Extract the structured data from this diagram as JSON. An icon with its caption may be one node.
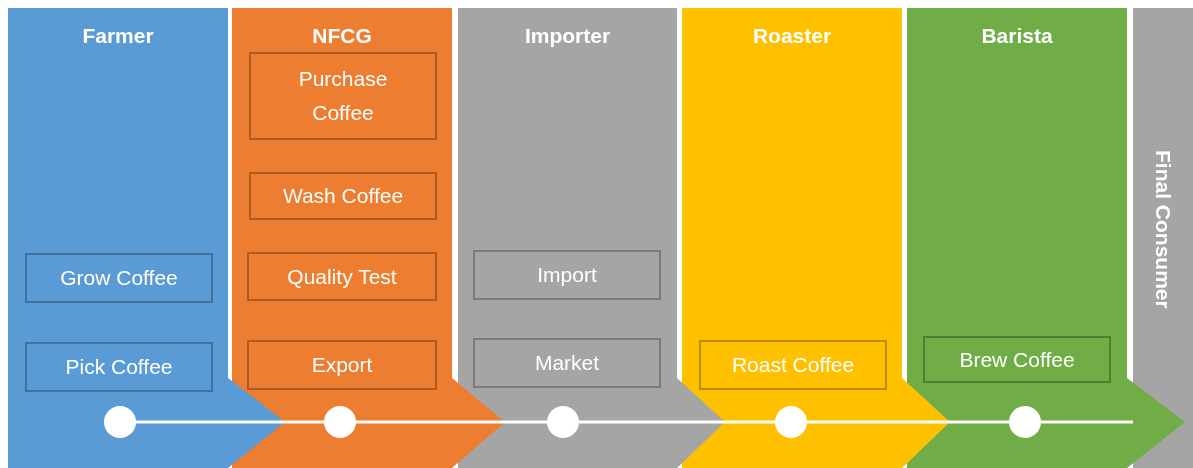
{
  "diagram": {
    "nodes": [
      {
        "text": [
          "Farmer"
        ]
      },
      {
        "text": [
          "Grow Coffee"
        ],
        "in": 0
      },
      {
        "text": [
          "Pick Coffee"
        ],
        "in": 0
      },
      {
        "text": [],
        "shape": "circle",
        "in": 0
      },
      {
        "text": [
          "NFCG"
        ]
      },
      {
        "text": [
          "Purchase Coffee"
        ],
        "in": 4
      },
      {
        "text": [
          "Wash Coffee"
        ],
        "in": 4
      },
      {
        "text": [
          "Quality Test"
        ],
        "in": 4
      },
      {
        "text": [
          "Export"
        ],
        "in": 4
      },
      {
        "text": [],
        "shape": "circle",
        "in": 4
      },
      {
        "text": [
          "Importer"
        ]
      },
      {
        "text": [
          "Import"
        ],
        "in": 10
      },
      {
        "text": [
          "Market"
        ],
        "in": 10
      },
      {
        "text": [],
        "shape": "circle",
        "in": 10
      },
      {
        "text": [
          "Roaster"
        ]
      },
      {
        "text": [
          "Roast Coffee"
        ],
        "in": 14
      },
      {
        "text": [],
        "shape": "circle",
        "in": 14
      },
      {
        "text": [
          "Barista"
        ]
      },
      {
        "text": [
          "Brew Coffee"
        ],
        "in": 17
      },
      {
        "text": [],
        "shape": "circle",
        "in": 17
      },
      {
        "text": [
          "Final Consumer"
        ]
      }
    ],
    "edges": [
      {
        "from": 3,
        "to": 9,
        "arrow": "none"
      },
      {
        "from": 9,
        "to": 13,
        "arrow": "none"
      },
      {
        "from": 13,
        "to": 16,
        "arrow": "none"
      },
      {
        "from": 16,
        "to": 19,
        "arrow": "none"
      },
      {
        "from": 19,
        "to": 20,
        "arrow": "none"
      }
    ]
  }
}
